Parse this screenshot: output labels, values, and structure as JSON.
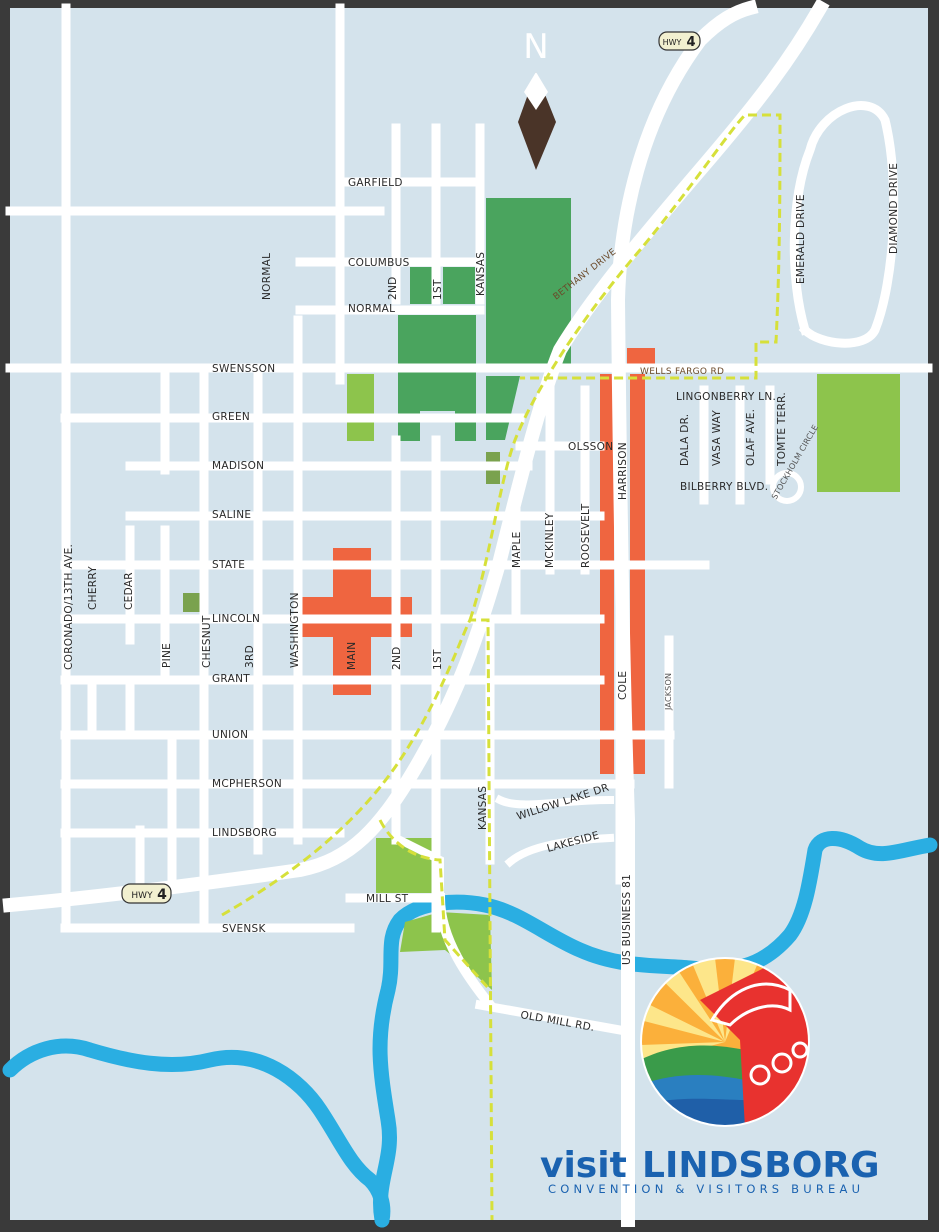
{
  "compass": {
    "letter": "N"
  },
  "highways": {
    "hwy4_label": "HWY",
    "hwy4_number": "4"
  },
  "streets_east_west": {
    "garfield": "GARFIELD",
    "columbus": "COLUMBUS",
    "normal_ew": "NORMAL",
    "swensson": "SWENSSON",
    "green": "GREEN",
    "madison": "MADISON",
    "saline": "SALINE",
    "state": "STATE",
    "lincoln": "LINCOLN",
    "grant": "GRANT",
    "union": "UNION",
    "mcpherson": "MCPHERSON",
    "lindsborg": "LINDSBORG",
    "mill": "MILL ST",
    "svensk": "SVENSK",
    "olsson": "OLSSON",
    "wells_fargo": "WELLS FARGO RD",
    "lingonberry": "LINGONBERRY LN.",
    "bilberry": "BILBERRY BLVD.",
    "willow_lake": "WILLOW LAKE DR",
    "lakeside": "LAKESIDE",
    "old_mill": "OLD MILL RD.",
    "bethany": "BETHANY DRIVE",
    "stockholm": "STOCKHOLM CIRCLE"
  },
  "streets_north_south": {
    "normal_ns": "NORMAL",
    "second_n": "2ND",
    "first_n": "1ST",
    "kansas_n": "KANSAS",
    "coronado": "CORONADO/13TH AVE.",
    "cherry": "CHERRY",
    "cedar": "CEDAR",
    "pine": "PINE",
    "chesnut": "CHESNUT",
    "third": "3RD",
    "washington": "WASHINGTON",
    "main": "MAIN",
    "second": "2ND",
    "first": "1ST",
    "maple": "MAPLE",
    "mckinley": "MCKINLEY",
    "roosevelt": "ROOSEVELT",
    "harrison": "HARRISON",
    "cole": "COLE",
    "jackson": "JACKSON",
    "kansas_s": "KANSAS",
    "us81": "US BUSINESS 81",
    "dala": "DALA DR.",
    "vasa": "VASA WAY",
    "olaf": "OLAF AVE.",
    "tomte": "TOMTE TERR.",
    "emerald": "EMERALD DRIVE",
    "diamond": "DIAMOND DRIVE"
  },
  "branding": {
    "visit": "visit",
    "town": "LINDSBORG",
    "tagline": "CONVENTION & VISITORS BUREAU"
  },
  "colors": {
    "background": "#d4e3ec",
    "road": "#ffffff",
    "river": "#2aaee2",
    "park_dark": "#4aa45e",
    "park_light": "#8dc44c",
    "park_olive": "#7aa24e",
    "district": "#ef6540",
    "trail": "#d6e03a",
    "compass": "#4a3428",
    "brand_blue": "#1a62b0",
    "frame": "#3a3a3a"
  },
  "icons": [
    "compass-north-arrow-icon",
    "highway-shield-icon",
    "lindsborg-logo-emblem"
  ]
}
